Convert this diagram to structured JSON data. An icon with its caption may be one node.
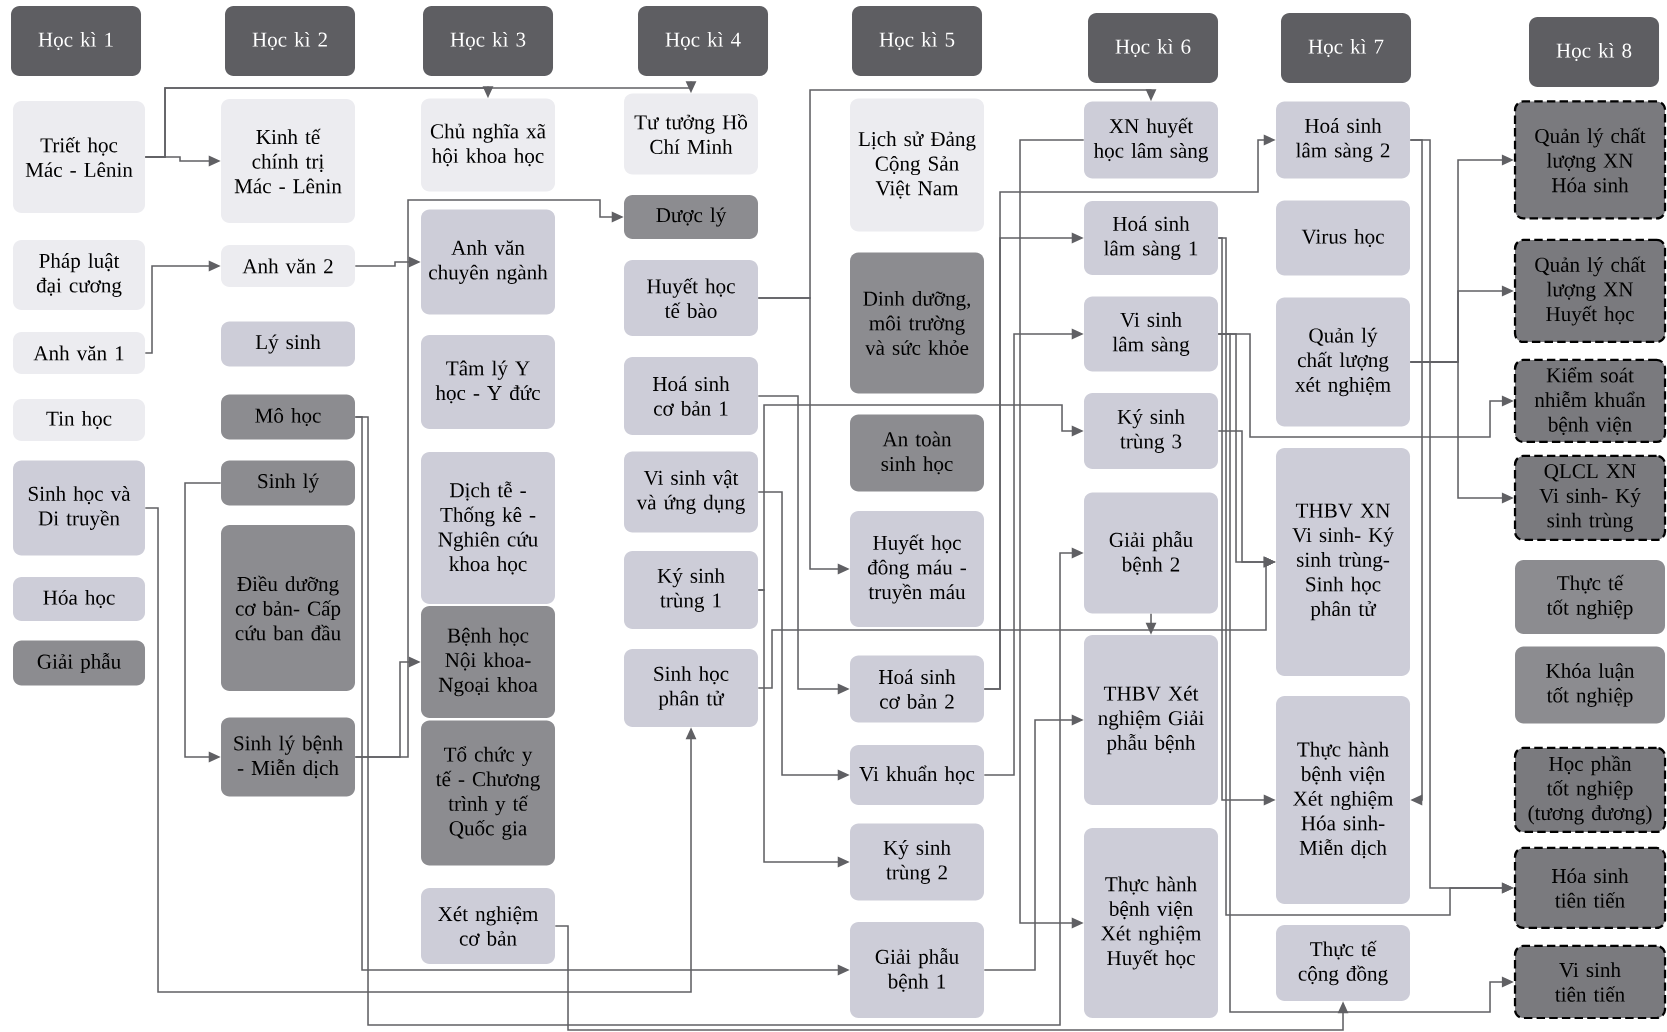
{
  "diagram": {
    "nodes": [
      {
        "text": [
          "Học kì 1"
        ]
      },
      {
        "text": [
          "Học kì 2"
        ]
      },
      {
        "text": [
          "Học kì 3"
        ]
      },
      {
        "text": [
          "Học kì 4"
        ]
      },
      {
        "text": [
          "Học kì 5"
        ]
      },
      {
        "text": [
          "Học kì 6"
        ]
      },
      {
        "text": [
          "Học kì 7"
        ]
      },
      {
        "text": [
          "Học kì 8"
        ]
      },
      {
        "text": [
          "Triết học Mác - Lênin"
        ]
      },
      {
        "text": [
          "Pháp luật đại cương"
        ]
      },
      {
        "text": [
          "Anh văn 1"
        ]
      },
      {
        "text": [
          "Tin học"
        ]
      },
      {
        "text": [
          "Sinh học và Di truyền"
        ]
      },
      {
        "text": [
          "Hóa học"
        ]
      },
      {
        "text": [
          "Giải phẫu"
        ]
      },
      {
        "text": [
          "Kinh tế chính trị Mác - Lênin"
        ]
      },
      {
        "text": [
          "Anh văn 2"
        ]
      },
      {
        "text": [
          "Lý sinh"
        ]
      },
      {
        "text": [
          "Mô học"
        ]
      },
      {
        "text": [
          "Sinh lý"
        ]
      },
      {
        "text": [
          "Điều dưỡng cơ bản- Cấp cứu ban đầu"
        ]
      },
      {
        "text": [
          "Sinh lý bệnh - Miễn dịch"
        ]
      },
      {
        "text": [
          "Chủ nghĩa xã hội khoa học"
        ]
      },
      {
        "text": [
          "Anh văn chuyên ngành"
        ]
      },
      {
        "text": [
          "Tâm lý Y học - Y đức"
        ]
      },
      {
        "text": [
          "Dịch tễ - Thống kê - Nghiên cứu khoa học"
        ]
      },
      {
        "text": [
          "Bệnh học Nội khoa- Ngoại khoa"
        ]
      },
      {
        "text": [
          "Tổ chức y tế - Chương trình y tế Quốc gia"
        ]
      },
      {
        "text": [
          "Xét nghiệm cơ bản"
        ]
      },
      {
        "text": [
          "Tư tưởng Hồ Chí Minh"
        ]
      },
      {
        "text": [
          "Dược lý"
        ]
      },
      {
        "text": [
          "Huyết học tế bào"
        ]
      },
      {
        "text": [
          "Hoá sinh cơ bản 1"
        ]
      },
      {
        "text": [
          "Vi sinh vật và ứng dụng"
        ]
      },
      {
        "text": [
          "Ký sinh trùng 1"
        ]
      },
      {
        "text": [
          "Sinh học phân tử"
        ]
      },
      {
        "text": [
          "Lịch sử Đảng Cộng Sản Việt Nam"
        ]
      },
      {
        "text": [
          "Dinh dưỡng, môi trường và sức khỏe"
        ]
      },
      {
        "text": [
          "An toàn sinh học"
        ]
      },
      {
        "text": [
          "Huyết học đông máu - truyền máu"
        ]
      },
      {
        "text": [
          "Hoá sinh cơ bản 2"
        ]
      },
      {
        "text": [
          "Vi khuẩn học"
        ]
      },
      {
        "text": [
          "Ký sinh trùng 2"
        ]
      },
      {
        "text": [
          "Giải phẫu bệnh 1"
        ]
      },
      {
        "text": [
          "XN huyết học lâm sàng"
        ]
      },
      {
        "text": [
          "Hoá sinh lâm sàng 1"
        ]
      },
      {
        "text": [
          "Vi sinh lâm sàng"
        ]
      },
      {
        "text": [
          "Ký sinh trùng 3"
        ]
      },
      {
        "text": [
          "Giải phẫu bệnh 2"
        ]
      },
      {
        "text": [
          "THBV Xét nghiệm Giải phẫu bệnh"
        ]
      },
      {
        "text": [
          "Thực hành bệnh viện Xét nghiệm Huyết học"
        ]
      },
      {
        "text": [
          "Hoá sinh lâm sàng 2"
        ]
      },
      {
        "text": [
          "Virus học"
        ]
      },
      {
        "text": [
          "Quản lý chất lượng xét nghiệm"
        ]
      },
      {
        "text": [
          "THBV XN Vi sinh- Ký sinh trùng- Sinh học phân tử"
        ]
      },
      {
        "text": [
          "Thực hành bệnh viện Xét nghiệm Hóa sinh- Miễn dịch"
        ]
      },
      {
        "text": [
          "Thực tế cộng đồng"
        ]
      },
      {
        "text": [
          "Quản lý chất lượng XN Hóa sinh"
        ]
      },
      {
        "text": [
          "Quản lý chất lượng XN Huyết học"
        ]
      },
      {
        "text": [
          "Kiểm soát nhiễm khuẩn bệnh viện"
        ]
      },
      {
        "text": [
          "QLCL XN Vi sinh- Ký sinh trùng"
        ]
      },
      {
        "text": [
          "Thực tế tốt nghiệp"
        ]
      },
      {
        "text": [
          "Khóa luận tốt nghiệp"
        ]
      },
      {
        "text": [
          "Học phần tốt nghiệp (tương đương)"
        ]
      },
      {
        "text": [
          "Hóa sinh tiên tiến"
        ]
      },
      {
        "text": [
          "Vi sinh tiên tiến"
        ]
      }
    ],
    "edges": [
      {
        "from": 8,
        "to": 15,
        "arrow": "to"
      },
      {
        "from": 8,
        "to": 22,
        "arrow": "to"
      },
      {
        "from": 8,
        "to": 29,
        "arrow": "to"
      },
      {
        "from": 10,
        "to": 16,
        "arrow": "to"
      },
      {
        "from": 16,
        "to": 23,
        "arrow": "to"
      },
      {
        "from": 12,
        "to": 35,
        "arrow": "to"
      },
      {
        "from": 19,
        "to": 21,
        "arrow": "to"
      },
      {
        "from": 21,
        "to": 26,
        "arrow": "to"
      },
      {
        "from": 21,
        "to": 30,
        "arrow": "to"
      },
      {
        "from": 18,
        "to": 43,
        "arrow": "to"
      },
      {
        "from": 18,
        "to": 48,
        "arrow": "to"
      },
      {
        "from": 28,
        "to": 56,
        "arrow": "to"
      },
      {
        "from": 31,
        "to": 44,
        "arrow": "to"
      },
      {
        "from": 31,
        "to": 39,
        "arrow": "to"
      },
      {
        "from": 32,
        "to": 40,
        "arrow": "to"
      },
      {
        "from": 34,
        "to": 42,
        "arrow": "to"
      },
      {
        "from": 34,
        "to": 47,
        "arrow": "to"
      },
      {
        "from": 33,
        "to": 41,
        "arrow": "to"
      },
      {
        "from": 35,
        "to": 54,
        "arrow": "to"
      },
      {
        "from": 40,
        "to": 45,
        "arrow": "to"
      },
      {
        "from": 40,
        "to": 51,
        "arrow": "to"
      },
      {
        "from": 41,
        "to": 46,
        "arrow": "to"
      },
      {
        "from": 43,
        "to": 49,
        "arrow": "to"
      },
      {
        "from": 44,
        "to": 50,
        "arrow": "to"
      },
      {
        "from": 48,
        "to": 49,
        "arrow": "to"
      },
      {
        "from": 45,
        "to": 64,
        "arrow": "to"
      },
      {
        "from": 45,
        "to": 55,
        "arrow": "to"
      },
      {
        "from": 46,
        "to": 59,
        "arrow": "to"
      },
      {
        "from": 46,
        "to": 54,
        "arrow": "to"
      },
      {
        "from": 46,
        "to": 65,
        "arrow": "to"
      },
      {
        "from": 47,
        "to": 54,
        "arrow": "to"
      },
      {
        "from": 51,
        "to": 55,
        "arrow": "to"
      },
      {
        "from": 51,
        "to": 64,
        "arrow": "to"
      },
      {
        "from": 53,
        "to": 57,
        "arrow": "to"
      },
      {
        "from": 53,
        "to": 58,
        "arrow": "to"
      },
      {
        "from": 53,
        "to": 60,
        "arrow": "to"
      }
    ]
  }
}
